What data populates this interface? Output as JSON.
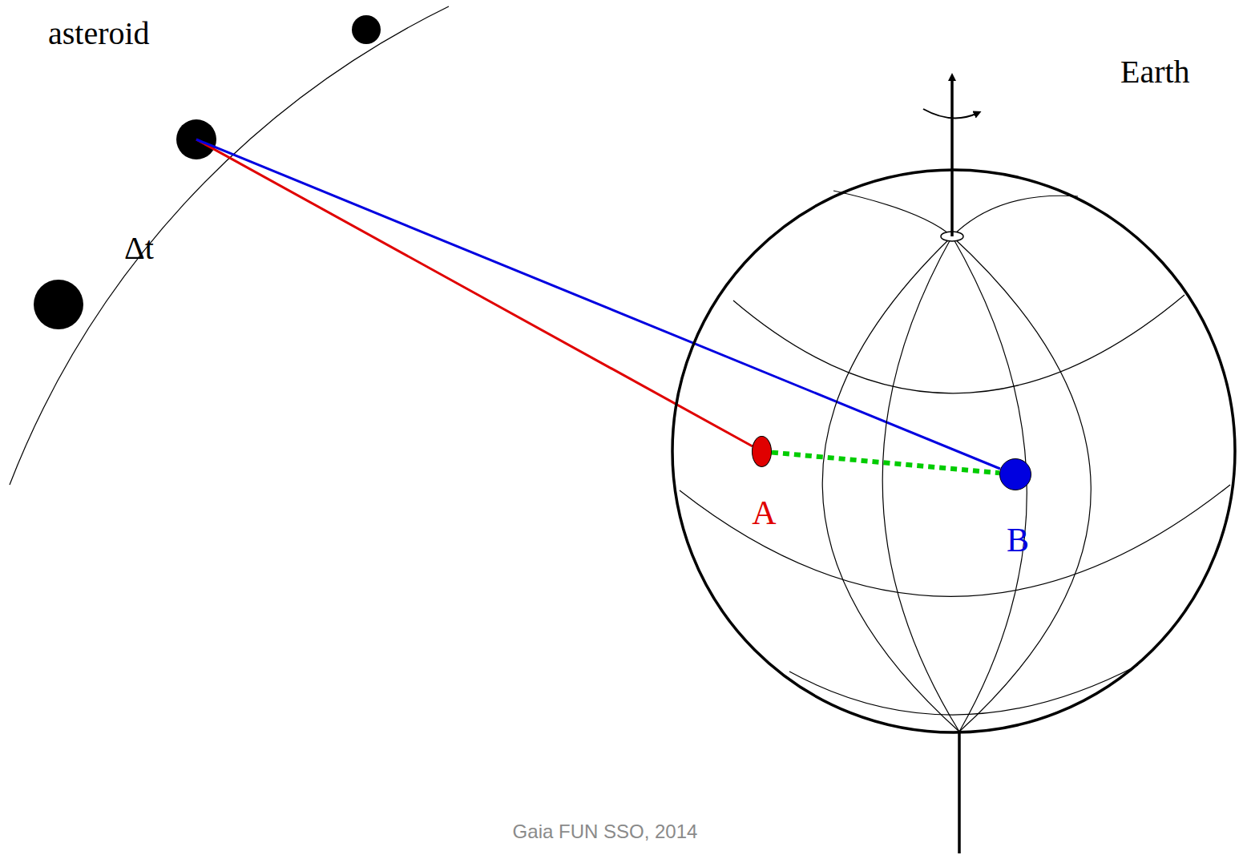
{
  "diagram": {
    "nodes": [
      {
        "text": [
          "A"
        ]
      },
      {
        "text": [
          "B"
        ]
      }
    ],
    "edges": [
      {
        "from": 0,
        "to": 1,
        "arrow": "none"
      }
    ],
    "labels": [
      "asteroid",
      "Δt",
      "Earth",
      "Gaia FUN SSO, 2014"
    ]
  }
}
